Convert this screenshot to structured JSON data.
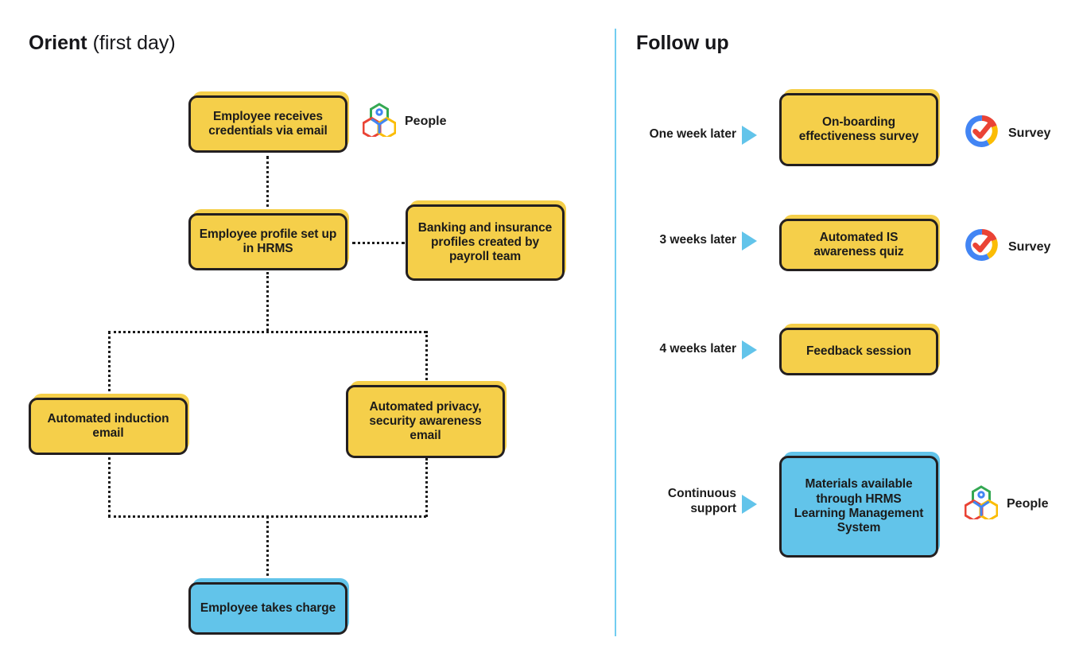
{
  "palette": {
    "yellow": "#f5cf4a",
    "blue": "#62c4ea",
    "outline": "#231f20",
    "divider": "#72cdf0",
    "text": "#1b1b1b",
    "icon_green": "#34a853",
    "icon_red": "#ea4335",
    "icon_yellow": "#fbbc04",
    "icon_blue": "#4285f4"
  },
  "columns": {
    "left": {
      "heading_bold": "Orient",
      "heading_regular": "(first day)"
    },
    "right": {
      "heading": "Follow up"
    }
  },
  "orient_flow": {
    "nodes": [
      {
        "id": "credentials",
        "label": "Employee receives credentials via email",
        "color": "yellow"
      },
      {
        "id": "hrms-profile",
        "label": "Employee profile set up in HRMS",
        "color": "yellow"
      },
      {
        "id": "banking-insurance",
        "label": "Banking and insurance profiles created by payroll team",
        "color": "yellow"
      },
      {
        "id": "induction-email",
        "label": "Automated induction email",
        "color": "yellow"
      },
      {
        "id": "privacy-security-email",
        "label": "Automated privacy, security awareness email",
        "color": "yellow"
      },
      {
        "id": "takes-charge",
        "label": "Employee takes charge",
        "color": "blue"
      }
    ],
    "legend": {
      "icon": "people-hexagon-icon",
      "label": "People"
    }
  },
  "followup_flow": {
    "rows": [
      {
        "id": "one-week",
        "timing": "One week later",
        "arrow": "play-triangle-icon",
        "label": "On-boarding effectiveness survey",
        "color": "yellow",
        "legend_icon": "survey-check-donut-icon",
        "legend_label": "Survey"
      },
      {
        "id": "three-weeks",
        "timing": "3 weeks later",
        "arrow": "play-triangle-icon",
        "label": "Automated IS awareness quiz",
        "color": "yellow",
        "legend_icon": "survey-check-donut-icon",
        "legend_label": "Survey"
      },
      {
        "id": "four-weeks",
        "timing": "4 weeks later",
        "arrow": "play-triangle-icon",
        "label": "Feedback session",
        "color": "yellow",
        "legend_icon": null,
        "legend_label": null
      },
      {
        "id": "continuous",
        "timing": "Continuous support",
        "arrow": "play-triangle-icon",
        "label": "Materials available through HRMS Learning Management System",
        "color": "blue",
        "legend_icon": "people-hexagon-icon",
        "legend_label": "People"
      }
    ]
  }
}
